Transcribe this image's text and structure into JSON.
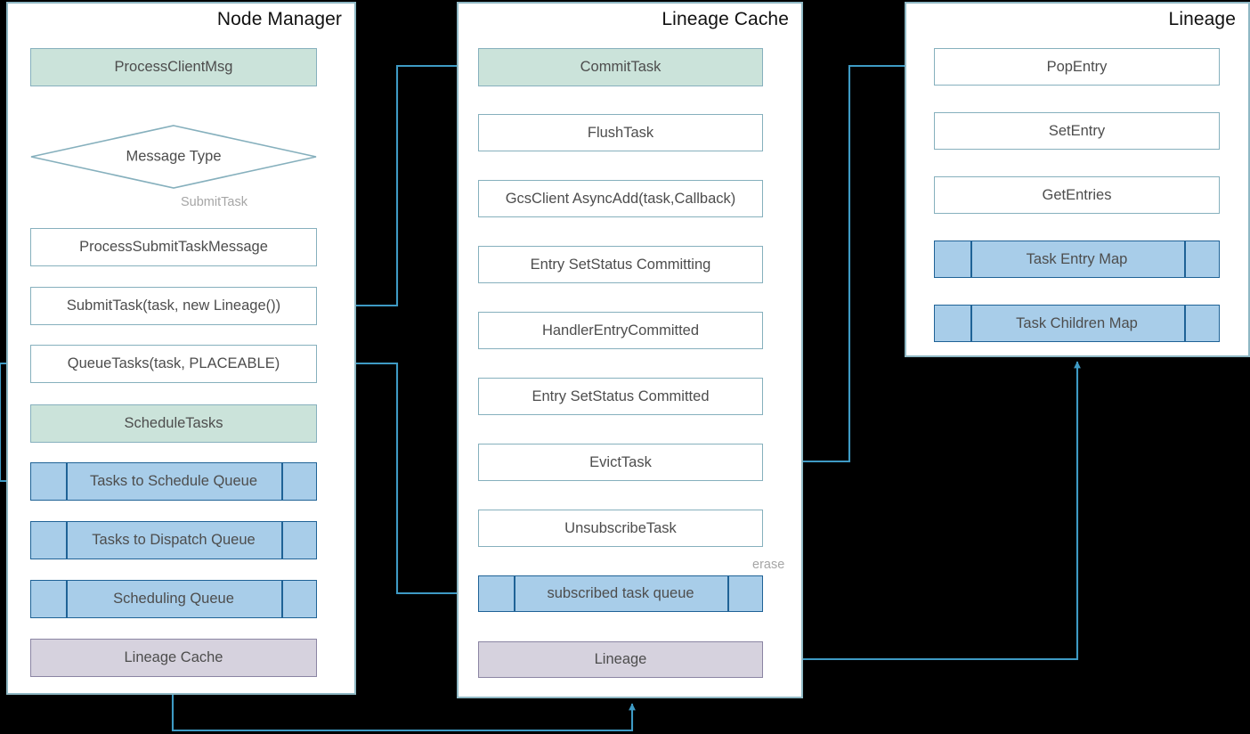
{
  "colors": {
    "accent_line": "#3e9ac4",
    "panel_border": "#8fb8c4",
    "box_border": "#86b0bd",
    "green_fill": "#cbe3da",
    "purple_fill": "#d6d2de",
    "purple_border": "#8b85a3",
    "queue_fill": "#a8cde9",
    "queue_border": "#1f6296",
    "text": "#4d4d4d",
    "label_text": "#a6a6a6",
    "background": "#000000"
  },
  "panels": [
    {
      "id": "node-manager",
      "title": "Node Manager"
    },
    {
      "id": "lineage-cache",
      "title": "Lineage Cache"
    },
    {
      "id": "lineage",
      "title": "Lineage"
    }
  ],
  "node_manager": {
    "nodes": [
      {
        "id": "process-client-msg",
        "label": "ProcessClientMsg",
        "style": "green"
      },
      {
        "id": "message-type",
        "label": "Message Type",
        "style": "diamond"
      },
      {
        "id": "process-submit-task-message",
        "label": "ProcessSubmitTaskMessage",
        "style": "plain"
      },
      {
        "id": "submit-task",
        "label": "SubmitTask(task, new Lineage())",
        "style": "plain"
      },
      {
        "id": "queue-tasks",
        "label": "QueueTasks(task, PLACEABLE)",
        "style": "plain"
      },
      {
        "id": "schedule-tasks",
        "label": "ScheduleTasks",
        "style": "green"
      },
      {
        "id": "tasks-to-schedule-queue",
        "label": "Tasks to Schedule Queue",
        "style": "queue"
      },
      {
        "id": "tasks-to-dispatch-queue",
        "label": "Tasks to Dispatch Queue",
        "style": "queue"
      },
      {
        "id": "scheduling-queue",
        "label": "Scheduling Queue",
        "style": "queue"
      },
      {
        "id": "lineage-cache-store",
        "label": "Lineage Cache",
        "style": "purple"
      }
    ],
    "edge_labels": [
      {
        "id": "submit-task-branch",
        "label": "SubmitTask"
      }
    ]
  },
  "lineage_cache": {
    "nodes": [
      {
        "id": "commit-task",
        "label": "CommitTask",
        "style": "green"
      },
      {
        "id": "flush-task",
        "label": "FlushTask",
        "style": "plain"
      },
      {
        "id": "gcs-client-async-add",
        "label": "GcsClient AsyncAdd(task,Callback)",
        "style": "plain"
      },
      {
        "id": "entry-setstatus-committing",
        "label": "Entry SetStatus Committing",
        "style": "plain"
      },
      {
        "id": "handler-entry-committed",
        "label": "HandlerEntryCommitted",
        "style": "plain"
      },
      {
        "id": "entry-setstatus-committed",
        "label": "Entry SetStatus Committed",
        "style": "plain"
      },
      {
        "id": "evict-task",
        "label": "EvictTask",
        "style": "plain"
      },
      {
        "id": "unsubscribe-task",
        "label": "UnsubscribeTask",
        "style": "plain"
      },
      {
        "id": "subscribed-task-queue",
        "label": "subscribed task queue",
        "style": "queue"
      },
      {
        "id": "lineage-store",
        "label": "Lineage",
        "style": "purple"
      }
    ],
    "edge_labels": [
      {
        "id": "erase",
        "label": "erase"
      }
    ]
  },
  "lineage": {
    "nodes": [
      {
        "id": "pop-entry",
        "label": "PopEntry",
        "style": "plain"
      },
      {
        "id": "set-entry",
        "label": "SetEntry",
        "style": "plain"
      },
      {
        "id": "get-entries",
        "label": "GetEntries",
        "style": "plain"
      },
      {
        "id": "task-entry-map",
        "label": "Task Entry Map",
        "style": "queue"
      },
      {
        "id": "task-children-map",
        "label": "Task Children Map",
        "style": "queue"
      }
    ]
  }
}
